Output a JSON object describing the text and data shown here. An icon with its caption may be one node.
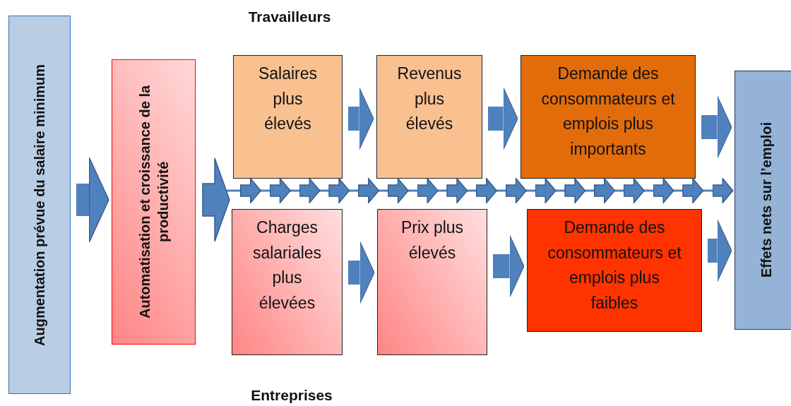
{
  "diagram": {
    "nodes": [
      {
        "text": [
          "Augmentation prévue du salaire minimum"
        ]
      },
      {
        "text": [
          "Automatisation et croissance de la productivité"
        ]
      },
      {
        "text": [
          "Salaires plus élevés"
        ]
      },
      {
        "text": [
          "Revenus plus élevés"
        ]
      },
      {
        "text": [
          "Demande des consommateurs et emplois plus importants"
        ]
      },
      {
        "text": [
          "Charges salariales plus élevées"
        ]
      },
      {
        "text": [
          "Prix plus élevés"
        ]
      },
      {
        "text": [
          "Demande des consommateurs et emplois plus faibles"
        ]
      },
      {
        "text": [
          "Effets nets sur l’emploi"
        ]
      }
    ],
    "edges": [
      {
        "from": 0,
        "to": 1,
        "arrow": "to"
      },
      {
        "from": 1,
        "to": 8,
        "arrow": "to"
      },
      {
        "from": 2,
        "to": 3,
        "arrow": "to"
      },
      {
        "from": 3,
        "to": 4,
        "arrow": "to"
      },
      {
        "from": 4,
        "to": 8,
        "arrow": "to"
      },
      {
        "from": 5,
        "to": 6,
        "arrow": "to"
      },
      {
        "from": 6,
        "to": 7,
        "arrow": "to"
      },
      {
        "from": 7,
        "to": 8,
        "arrow": "to"
      }
    ],
    "labels": [
      "Travailleurs",
      "Entreprises"
    ]
  }
}
